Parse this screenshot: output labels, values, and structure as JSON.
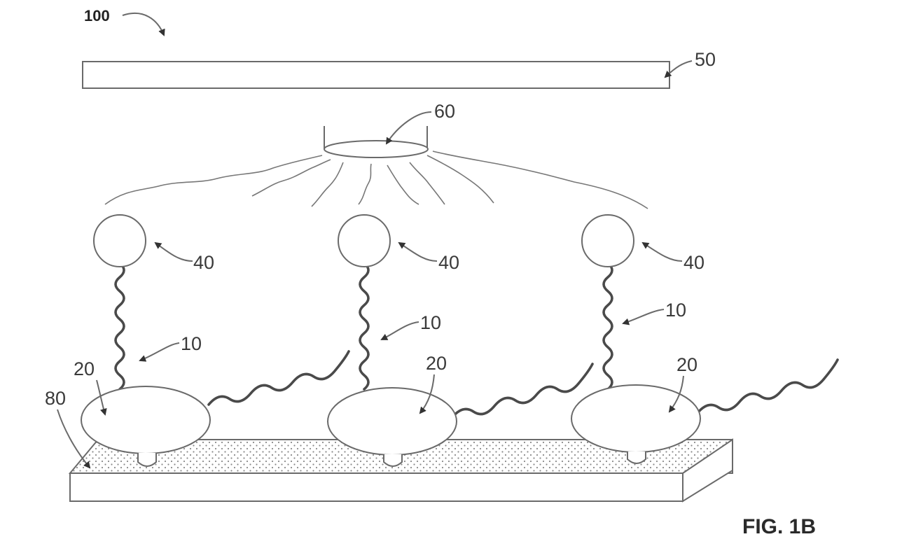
{
  "labels": {
    "device": "100",
    "top_plate": "50",
    "light_source": "60",
    "bead_1": "40",
    "bead_2": "40",
    "bead_3": "40",
    "tether_1": "10",
    "tether_2": "10",
    "tether_3": "10",
    "particle_1": "20",
    "particle_2": "20",
    "particle_3": "20",
    "substrate": "80"
  },
  "caption": "FIG. 1B",
  "colors": {
    "line": "#6a6a6a",
    "strand_dark": "#4a4a4a",
    "strand_light": "#bdbdbd",
    "dot_pattern": "#8a8a8a"
  }
}
